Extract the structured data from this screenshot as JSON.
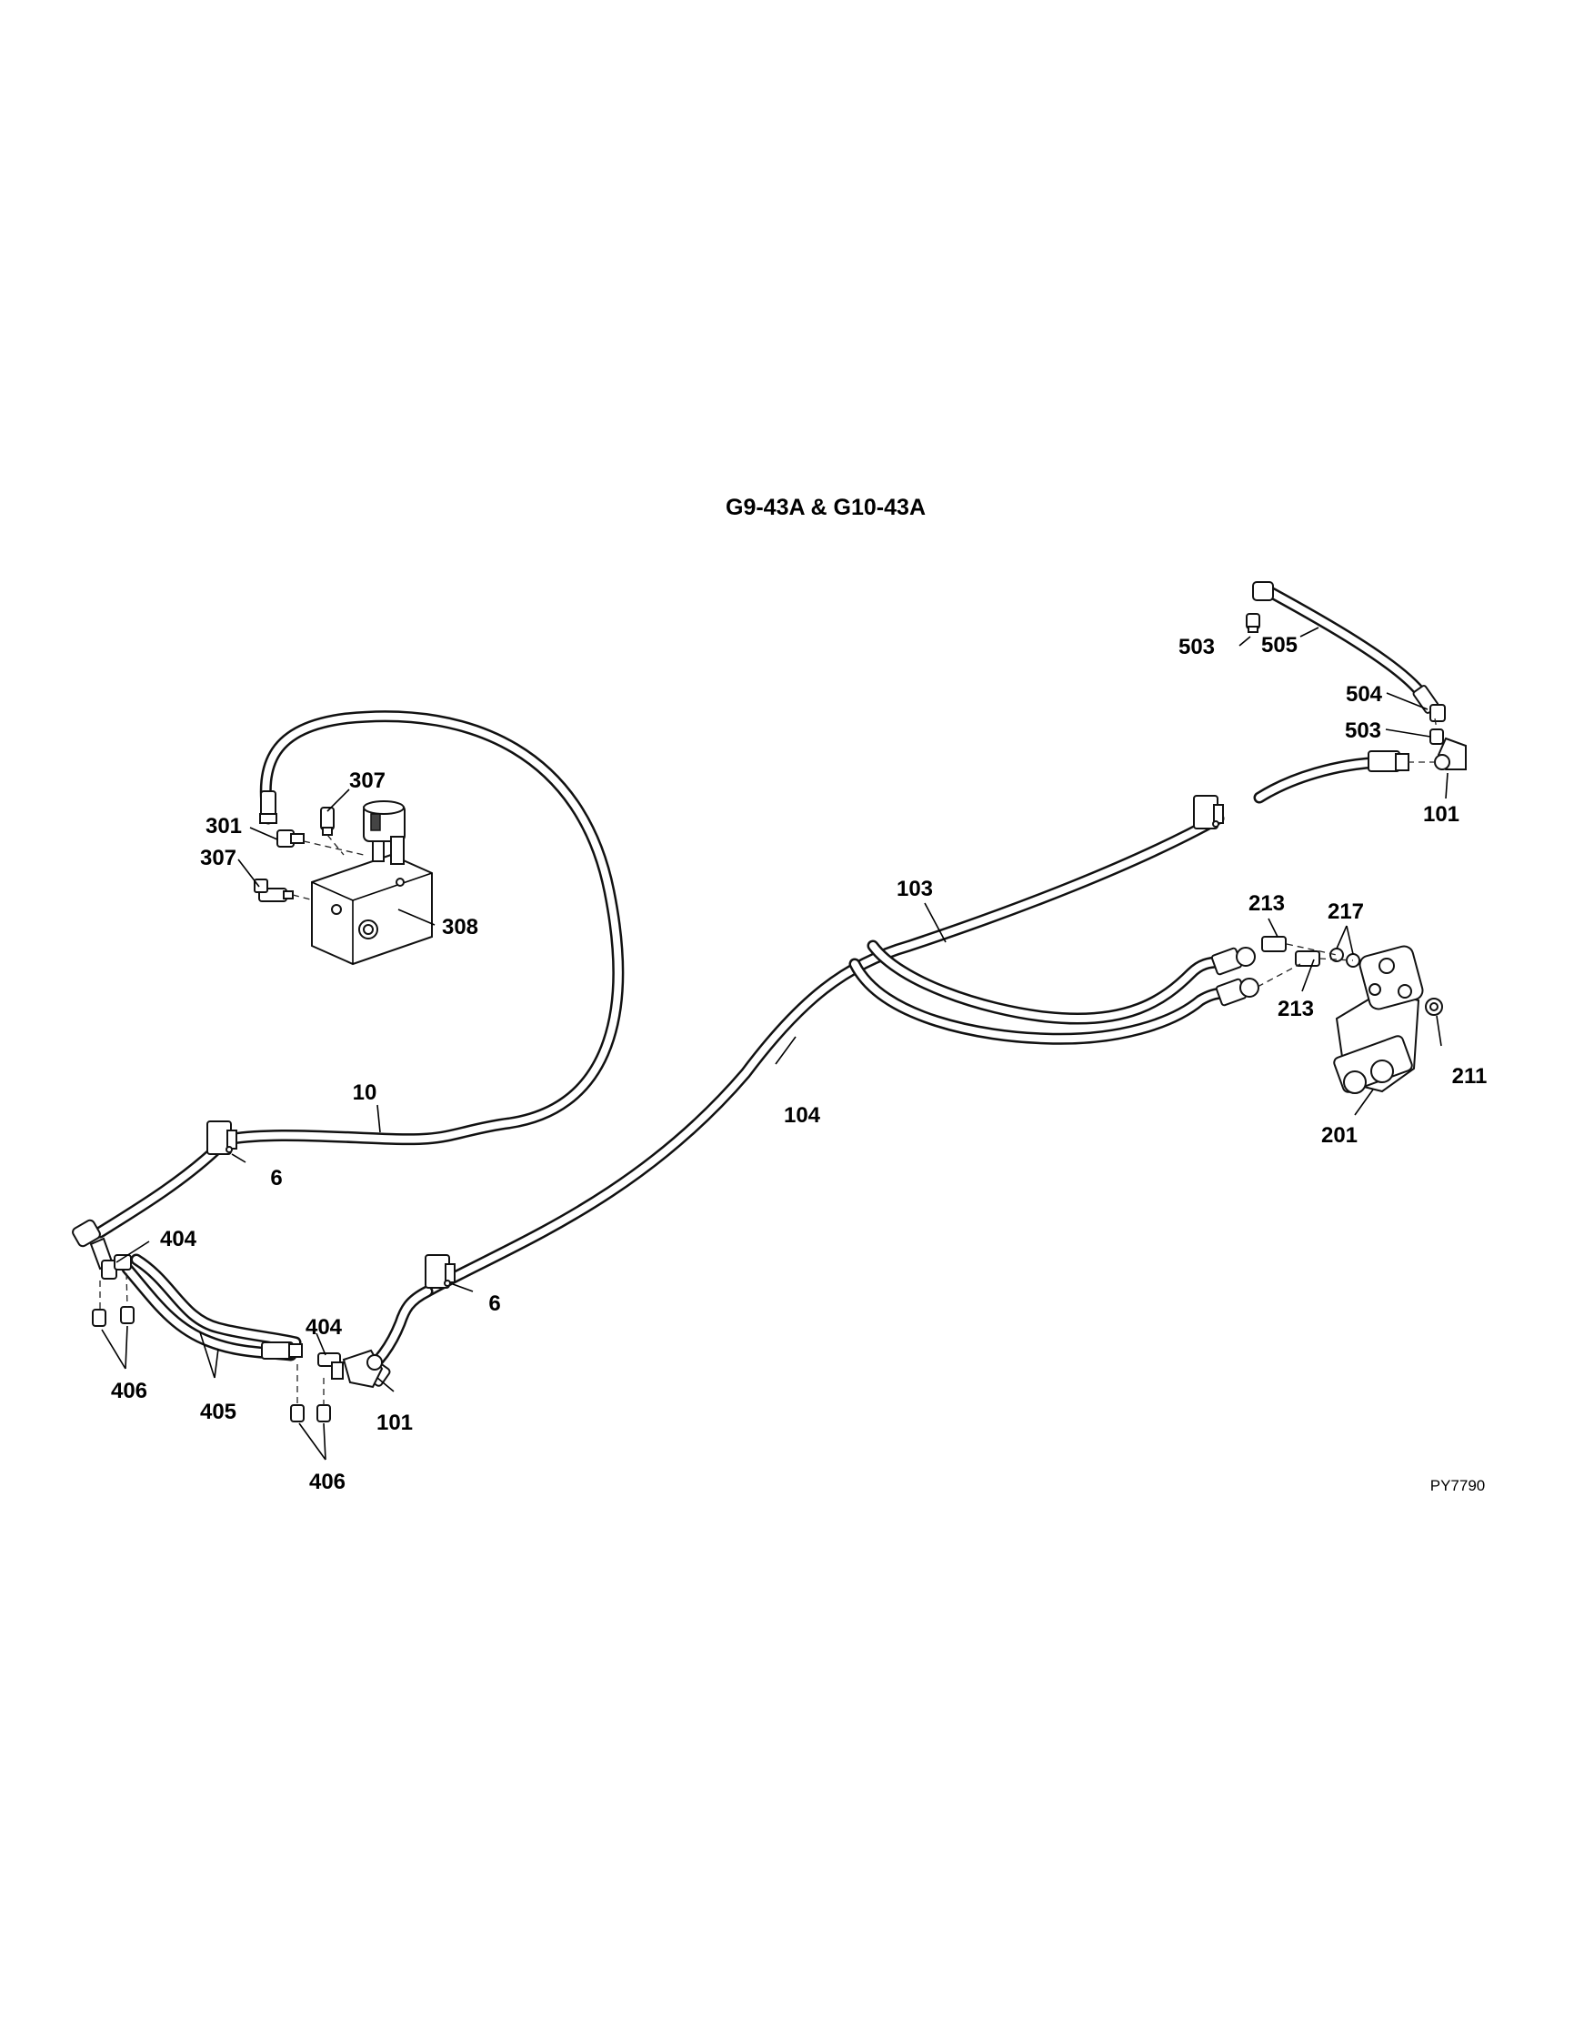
{
  "diagram_title": "G9-43A & G10-43A",
  "drawing_code": "PY7790",
  "callouts": {
    "c503_top": "503",
    "c505": "505",
    "c504": "504",
    "c503_mid": "503",
    "c101_right": "101",
    "c307_top": "307",
    "c301": "301",
    "c307_left": "307",
    "c308": "308",
    "c103": "103",
    "c213_top": "213",
    "c217": "217",
    "c213_bottom": "213",
    "c211": "211",
    "c201": "201",
    "c104": "104",
    "c10": "10",
    "c6_left": "6",
    "c6_mid": "6",
    "c404_left": "404",
    "c404_mid": "404",
    "c406_left": "406",
    "c405": "405",
    "c101_left": "101",
    "c406_bottom": "406"
  }
}
